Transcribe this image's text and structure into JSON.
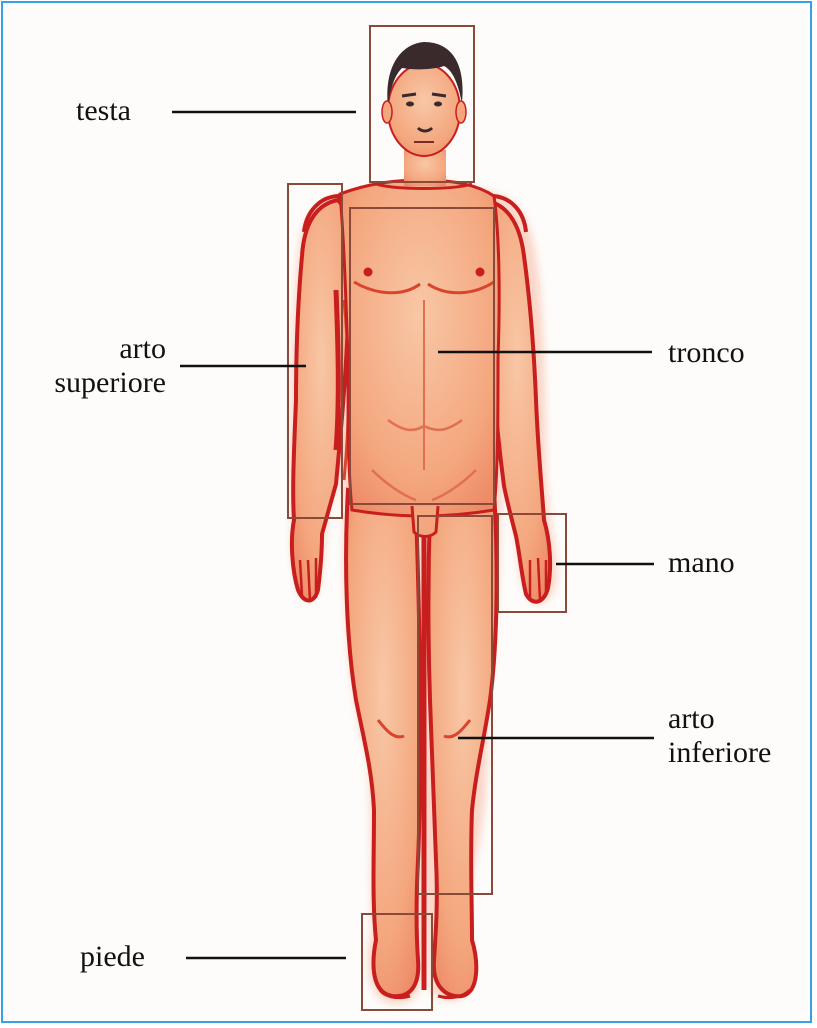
{
  "labels": {
    "testa": "testa",
    "tronco": "tronco",
    "arto_superiore": [
      "arto",
      "superiore"
    ],
    "mano": "mano",
    "arto_inferiore": [
      "arto",
      "inferiore"
    ],
    "piede": "piede"
  },
  "colors": {
    "frame": "#3aa0e6",
    "skin": "#f4a77e",
    "skin_shadow": "#d9442c",
    "outline": "#c81e1e",
    "region_box": "#8a4a3a",
    "leader_line": "#111111",
    "hair": "#3a2a2c"
  }
}
